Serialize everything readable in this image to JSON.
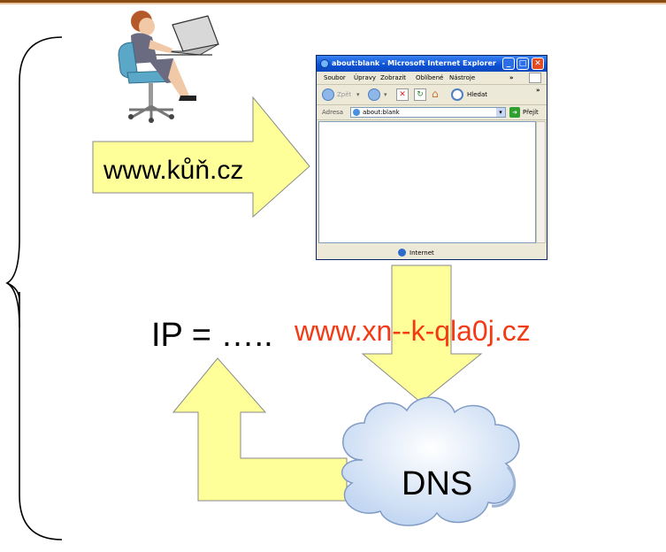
{
  "diagram": {
    "url_label": "www.kůň.cz",
    "punycode_label": "www.xn--k-qla0j.cz",
    "ip_label": "IP = …..",
    "dns_label": "DNS"
  },
  "browser": {
    "title": "about:blank - Microsoft Internet Explorer",
    "menu": [
      "Soubor",
      "Úpravy",
      "Zobrazit",
      "Oblíbené",
      "Nástroje"
    ],
    "back_label": "Zpět",
    "search_label": "Hledat",
    "address_label": "Adresa",
    "address_value": "about:blank",
    "go_label": "Přejít",
    "status_text": "Internet"
  },
  "colors": {
    "arrow_fill": "#ffff99",
    "arrow_stroke": "#888888",
    "punycode_text": "#f23a14",
    "cloud_fill": "#cfe0f6"
  }
}
